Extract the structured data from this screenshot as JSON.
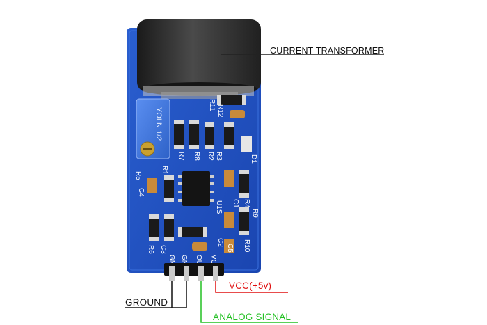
{
  "labels": {
    "current_transformer": "CURRENT TRANSFORMER",
    "vcc": "VCC(+5v)",
    "ground": "GROUND",
    "analog_signal": "ANALOG SIGNAL"
  },
  "pin_labels": [
    "GND",
    "GND",
    "OUT",
    "VCC"
  ],
  "potentiometer_text": "YOLN 1/2",
  "silkscreen": {
    "r11": "R11",
    "r12": "R12",
    "r7": "R7",
    "r8": "R8",
    "r2": "R2",
    "r3": "R3",
    "r1": "R1",
    "r4": "R4",
    "r5": "R5",
    "c4": "C4",
    "c3": "C3",
    "r6": "R6",
    "c1": "C1",
    "u1": "U1S",
    "c2": "C2",
    "c5": "C5",
    "r10": "R10",
    "d1": "D1",
    "r9": "R9"
  },
  "colors": {
    "board": "#1f4fbf",
    "transformer": "#2b2b2b",
    "vcc_label": "#e01010",
    "signal_label": "#22c022",
    "ground_label": "#111111",
    "leader_line": "#222222"
  }
}
